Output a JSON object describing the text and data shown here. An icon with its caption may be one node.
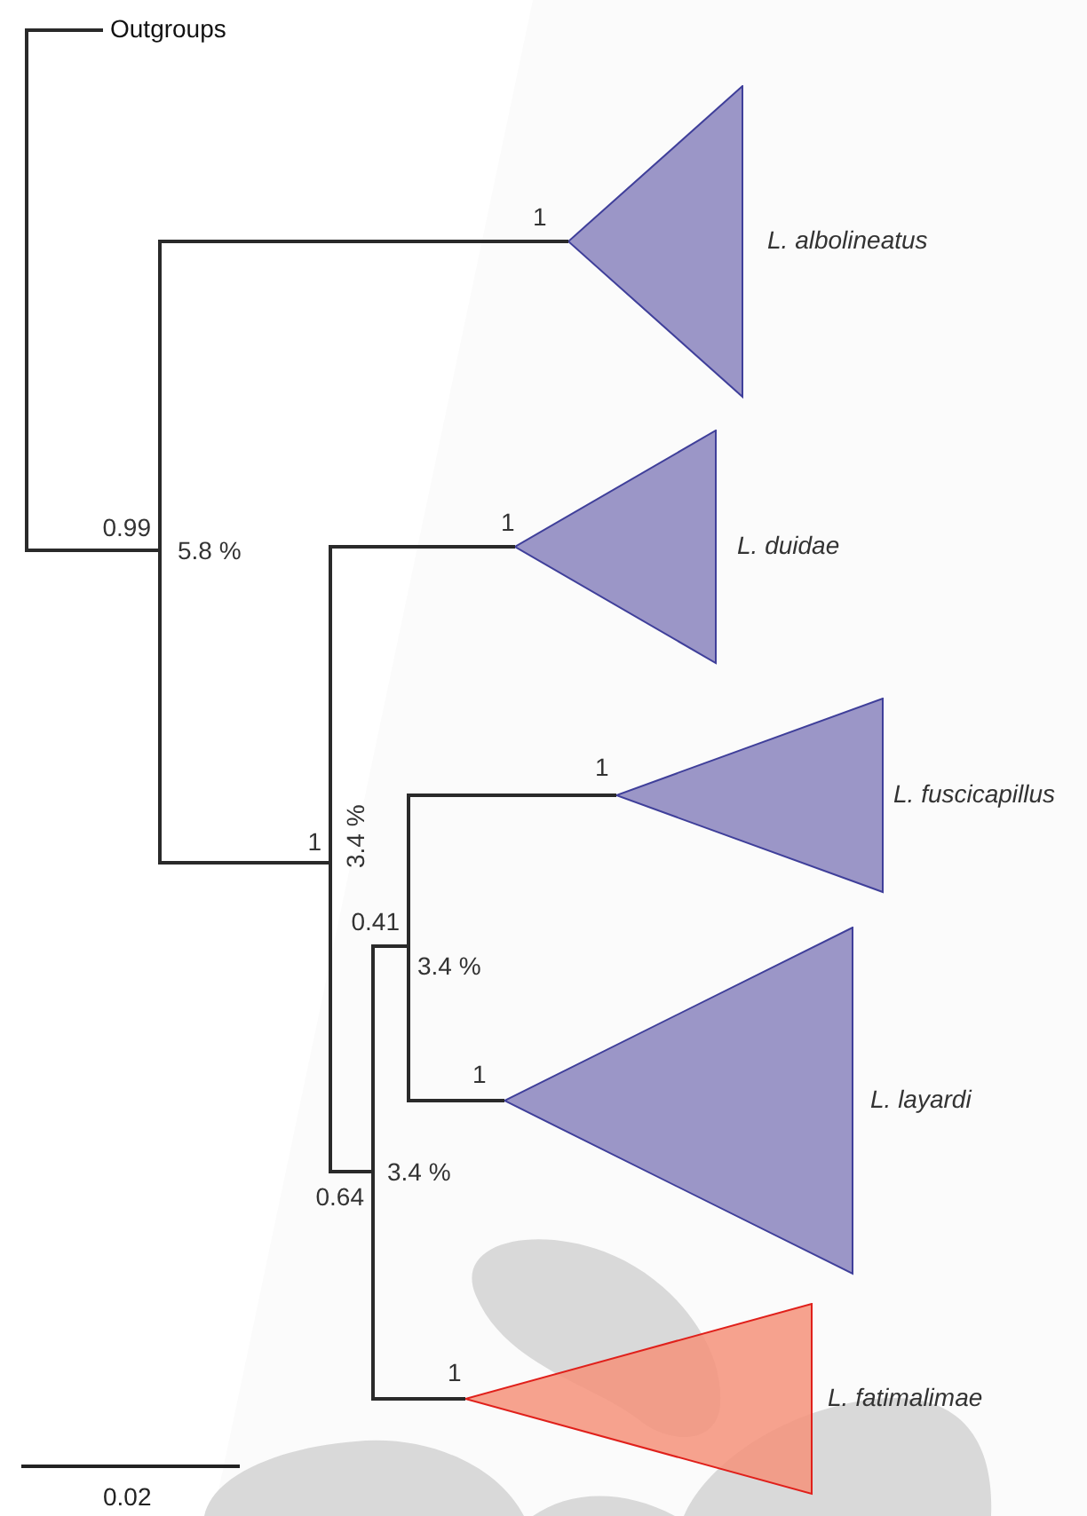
{
  "diagram": {
    "nodes": [
      {
        "text": [
          "Outgroups"
        ]
      },
      {
        "text": [
          "L. albolineatus"
        ],
        "beside": [
          "1"
        ]
      },
      {
        "text": [
          "0.99"
        ],
        "beside": [
          "5.8 %"
        ]
      },
      {
        "text": [
          "L. duidae"
        ],
        "beside": [
          "1"
        ]
      },
      {
        "text": [
          "L. fuscicapillus"
        ],
        "beside": [
          "1"
        ]
      },
      {
        "text": [
          "1"
        ],
        "beside": [
          "3.4 %"
        ]
      },
      {
        "text": [
          "0.41"
        ],
        "beside": [
          "3.4 %"
        ]
      },
      {
        "text": [
          "L. layardi"
        ],
        "beside": [
          "1"
        ]
      },
      {
        "text": [
          "0.64"
        ],
        "beside": [
          "3.4 %"
        ]
      },
      {
        "text": [
          "L. fatimalimae"
        ],
        "beside": [
          "1"
        ]
      }
    ],
    "edges": [
      {
        "from": 0,
        "to": 2,
        "arrow": "none"
      },
      {
        "from": 2,
        "to": 1,
        "arrow": "none"
      },
      {
        "from": 2,
        "to": 5,
        "arrow": "none"
      },
      {
        "from": 5,
        "to": 3,
        "arrow": "none"
      },
      {
        "from": 5,
        "to": 8,
        "arrow": "none"
      },
      {
        "from": 8,
        "to": 6,
        "arrow": "none"
      },
      {
        "from": 6,
        "to": 4,
        "arrow": "none"
      },
      {
        "from": 6,
        "to": 7,
        "arrow": "none"
      },
      {
        "from": 8,
        "to": 9,
        "arrow": "none"
      }
    ],
    "labels": [
      "0.02"
    ]
  }
}
